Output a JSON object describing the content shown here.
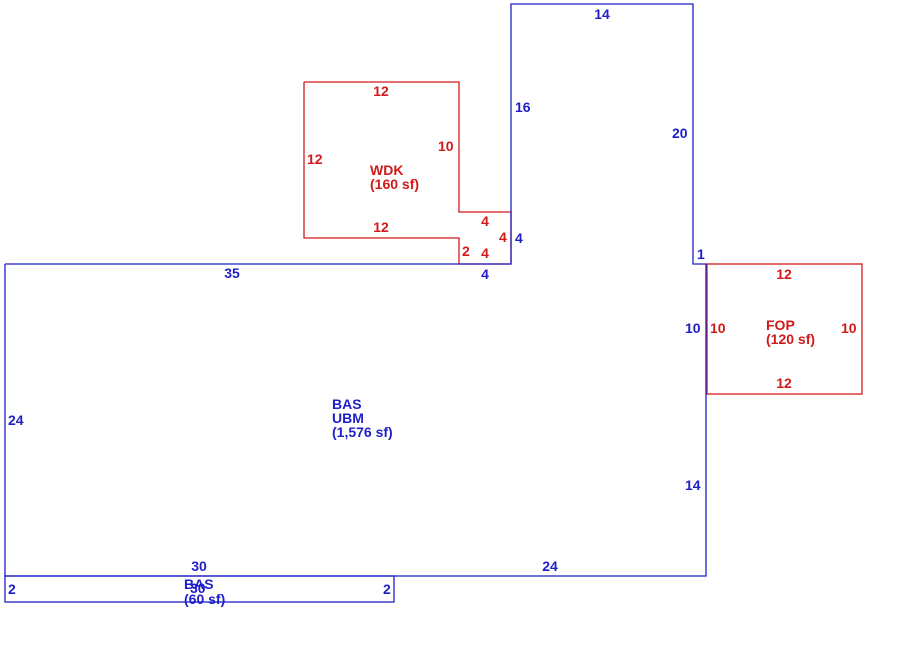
{
  "colors": {
    "bas": "#1f1fc8",
    "addition": "#d21919"
  },
  "areas": {
    "bas_main": {
      "code": "BAS",
      "subcode": "UBM",
      "area": "(1,576 sf)"
    },
    "bas_small": {
      "code": "BAS",
      "area": "(60 sf)"
    },
    "wdk": {
      "code": "WDK",
      "area": "(160 sf)"
    },
    "fop": {
      "code": "FOP",
      "area": "(120 sf)"
    }
  },
  "dimensions": {
    "bas_top_left": "35",
    "bas_notch_bottom": "4",
    "bas_notch_right": "4",
    "tower_top": "14",
    "tower_left": "16",
    "tower_right": "20",
    "bas_step": "1",
    "bas_right_upper": "10",
    "bas_right_lower": "14",
    "bas_left": "24",
    "bas_bottom_left": "30",
    "bas_bottom_right": "24",
    "small_left": "2",
    "small_right": "2",
    "small_overlap": "30",
    "wdk_top": "12",
    "wdk_left": "12",
    "wdk_right": "10",
    "wdk_bottom": "12",
    "wdk_step_top": "4",
    "wdk_step_right": "4",
    "wdk_step_bottom": "4",
    "wdk_step_left": "2",
    "fop_top": "12",
    "fop_left": "10",
    "fop_right": "10",
    "fop_bottom": "12"
  }
}
